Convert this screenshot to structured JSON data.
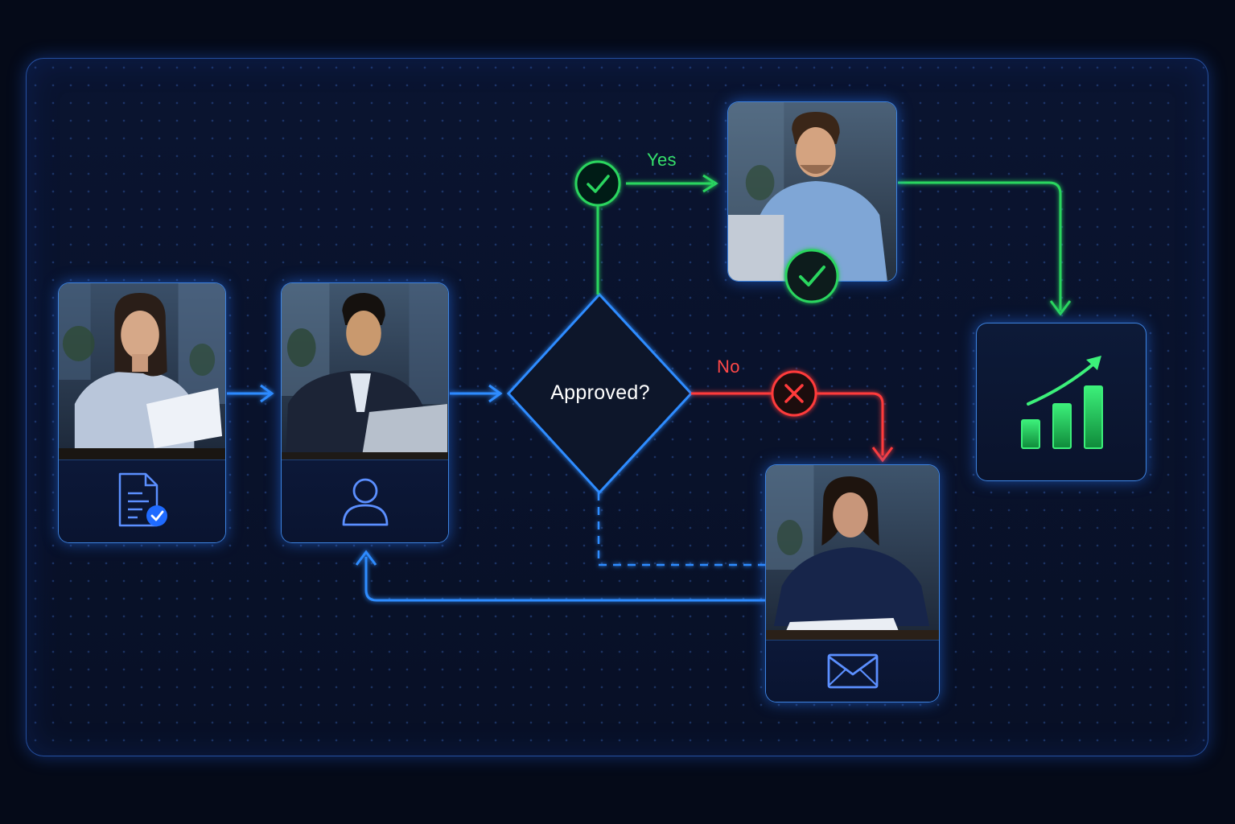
{
  "diagram": {
    "decision_label": "Approved?",
    "yes_label": "Yes",
    "no_label": "No"
  },
  "nodes": [
    {
      "id": "submit",
      "icon": "document-check-icon"
    },
    {
      "id": "review",
      "icon": "user-icon"
    },
    {
      "id": "approved",
      "icon": "check-circle-icon"
    },
    {
      "id": "revise",
      "icon": "envelope-icon"
    },
    {
      "id": "outcome",
      "icon": "growth-chart-icon"
    }
  ],
  "colors": {
    "accent_blue": "#2f8cff",
    "yes_green": "#2bd65f",
    "no_red": "#ff3b3b",
    "background": "#050a18"
  }
}
